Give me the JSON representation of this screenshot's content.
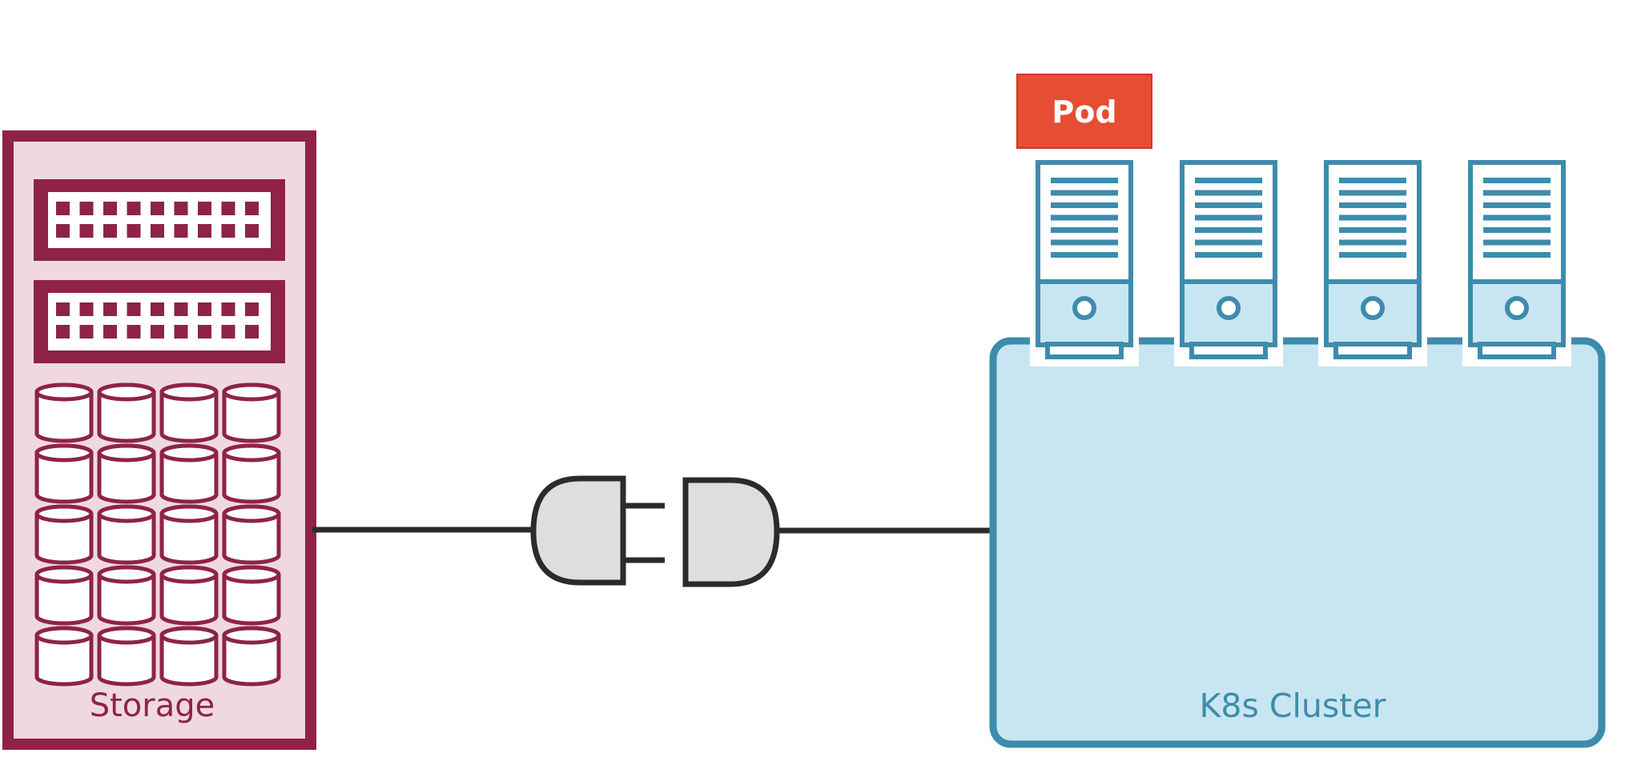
{
  "storage": {
    "label": "Storage",
    "color": "#8e2346",
    "fill": "#efd9df",
    "icon": "storage-array-icon"
  },
  "cluster": {
    "label": "K8s Cluster",
    "color": "#3d8cac",
    "fill": "#c8e6f1",
    "icon": "server-icon"
  },
  "pod": {
    "label": "Pod",
    "color": "#e54e32"
  },
  "connector": {
    "icon": "plug-connector-icon",
    "color": "#2b2b2b",
    "fill": "#dedede"
  }
}
